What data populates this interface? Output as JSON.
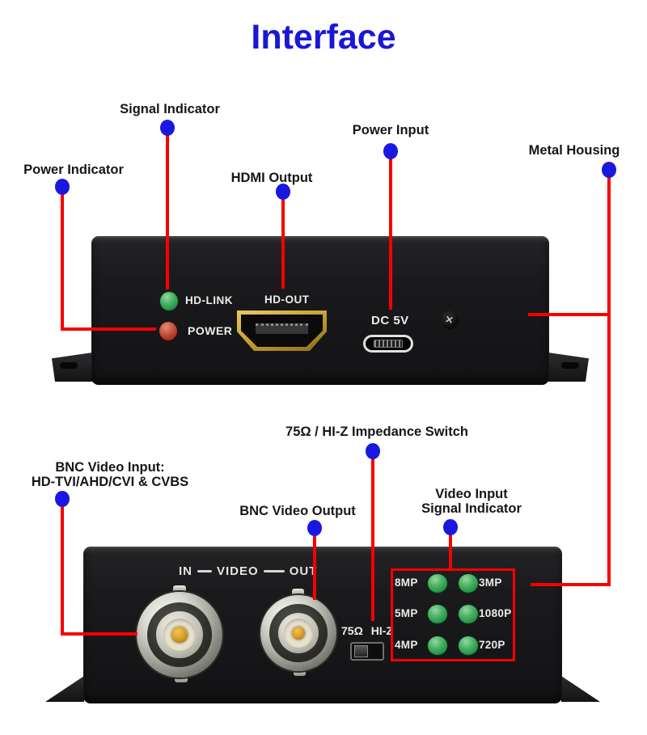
{
  "title": "Interface",
  "colors": {
    "title_blue": "#1a18d6",
    "callout_dot_blue": "#1a18e0",
    "leader_line_red": "#f60000",
    "led_green": "#2f9e4f",
    "led_red": "#c44f3a",
    "hdmi_gold": "#c9a335",
    "housing_black": "#1a1a1c"
  },
  "callouts": {
    "signal_indicator": "Signal Indicator",
    "power_indicator": "Power Indicator",
    "hdmi_output": "HDMI Output",
    "power_input": "Power Input",
    "metal_housing": "Metal Housing",
    "impedance_switch": "75Ω / HI-Z Impedance Switch",
    "bnc_video_input": {
      "line1": "BNC Video Input:",
      "line2": "HD-TVI/AHD/CVI & CVBS"
    },
    "bnc_video_output": "BNC Video Output",
    "video_input_signal": {
      "line1": "Video Input",
      "line2": "Signal Indicator"
    }
  },
  "front_panel": {
    "hd_link": "HD-LINK",
    "power": "POWER",
    "hd_out": "HD-OUT",
    "dc_5v": "DC 5V",
    "screw_glyph": "✕"
  },
  "rear_panel": {
    "in_label": "IN",
    "video_label": "VIDEO",
    "out_label": "OUT",
    "impedance_left": "75Ω",
    "impedance_right": "HI-Z",
    "led_rows": [
      {
        "left": "8MP",
        "right": "3MP"
      },
      {
        "left": "5MP",
        "right": "1080P"
      },
      {
        "left": "4MP",
        "right": "720P"
      }
    ]
  }
}
